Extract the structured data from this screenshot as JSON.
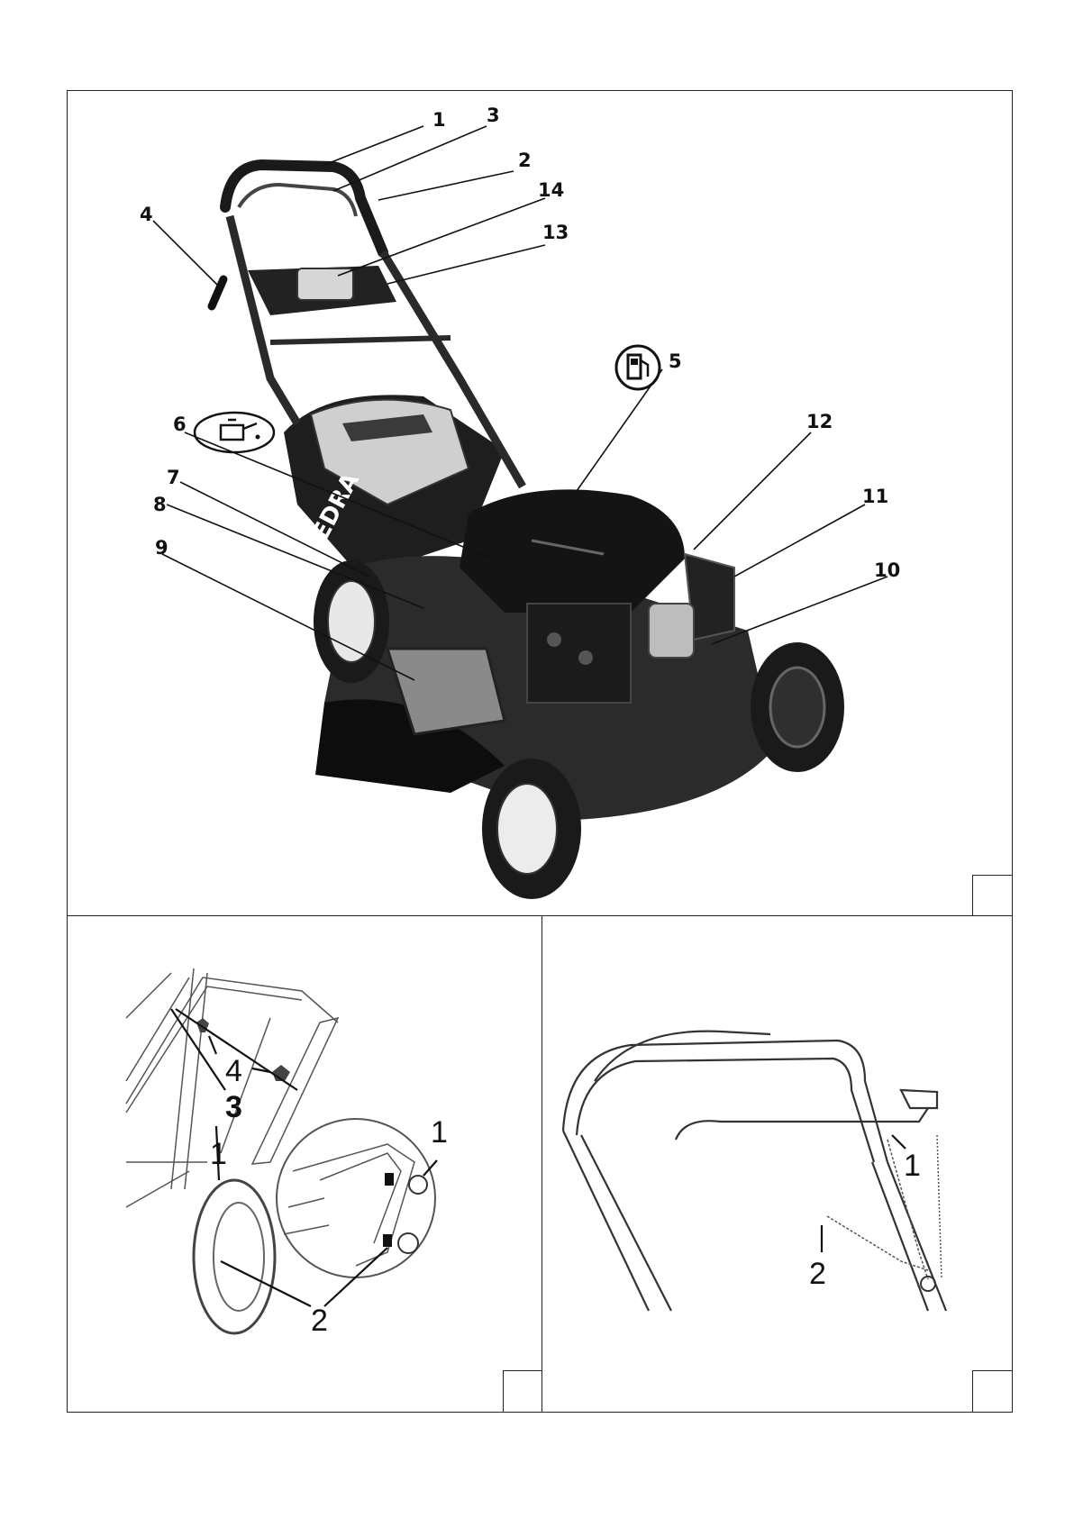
{
  "figure1": {
    "brand": "DEDRA",
    "callouts": [
      "1",
      "2",
      "3",
      "4",
      "5",
      "6",
      "7",
      "8",
      "9",
      "10",
      "11",
      "12",
      "13",
      "14"
    ],
    "symbols": {
      "fuel": "fuel-pump-icon",
      "oil": "oil-can-icon"
    }
  },
  "figure2": {
    "callouts": [
      "1",
      "1",
      "2",
      "3",
      "4"
    ]
  },
  "figure3": {
    "callouts": [
      "1",
      "2"
    ]
  },
  "colors": {
    "line": "#222222",
    "ink": "#111111",
    "shade": "#3a3a3a",
    "light": "#cfcfcf"
  }
}
